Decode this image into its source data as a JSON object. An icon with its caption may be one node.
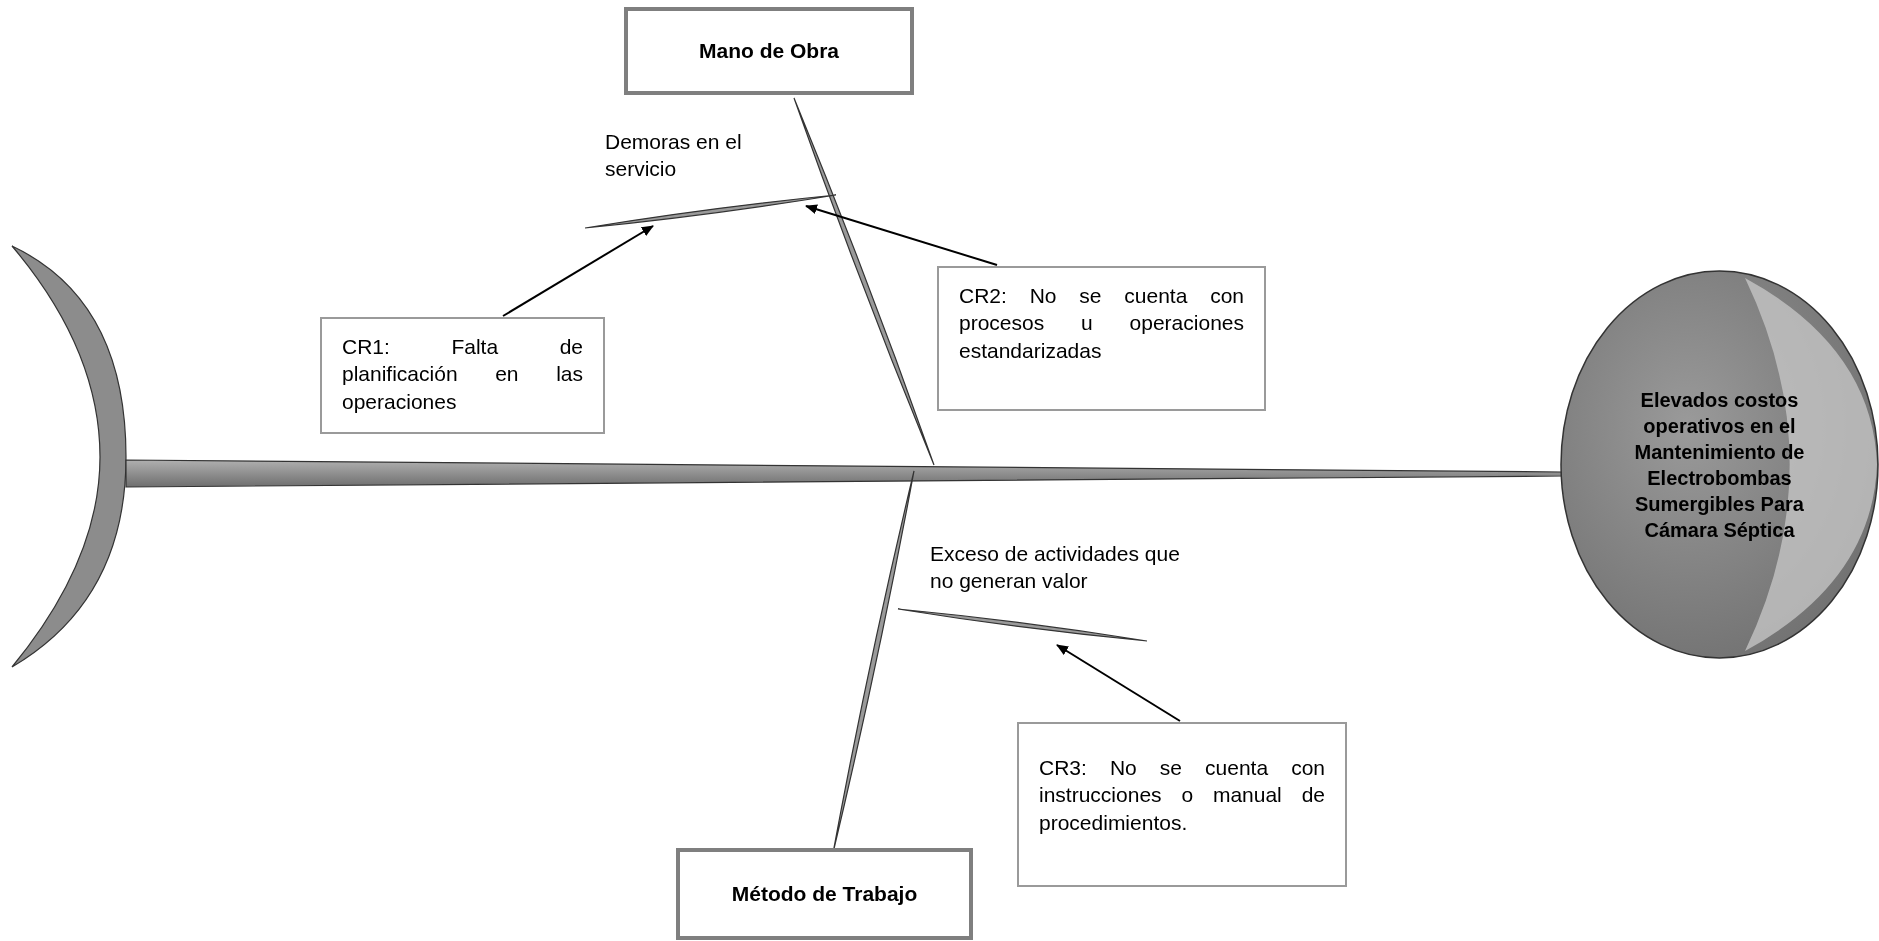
{
  "diagram": {
    "nodes": [
      {
        "text": [
          "Mano de Obra"
        ]
      },
      {
        "text": [],
        "shape": "bar",
        "beside": [
          "Demoras en el servicio"
        ]
      },
      {
        "text": [
          "CR1: Falta de planificación en las operaciones"
        ]
      },
      {
        "text": [
          "CR2: No se cuenta con procesos u operaciones estandarizadas"
        ]
      },
      {
        "text": [
          "Elevados costos operativos en el Mantenimiento de Electrobombas Sumergibles Para Cámara Séptica"
        ]
      },
      {
        "text": [],
        "shape": "bar",
        "beside": [
          "Exceso de actividades que no generan valor"
        ]
      },
      {
        "text": [
          "CR3: No se cuenta con instrucciones o manual de procedimientos."
        ]
      },
      {
        "text": [
          "Método de Trabajo"
        ]
      }
    ],
    "edges": [
      {
        "from": 2,
        "to": 1,
        "arrow": "to"
      },
      {
        "from": 3,
        "to": 1,
        "arrow": "to"
      },
      {
        "from": 6,
        "to": 5,
        "arrow": "to"
      }
    ]
  }
}
